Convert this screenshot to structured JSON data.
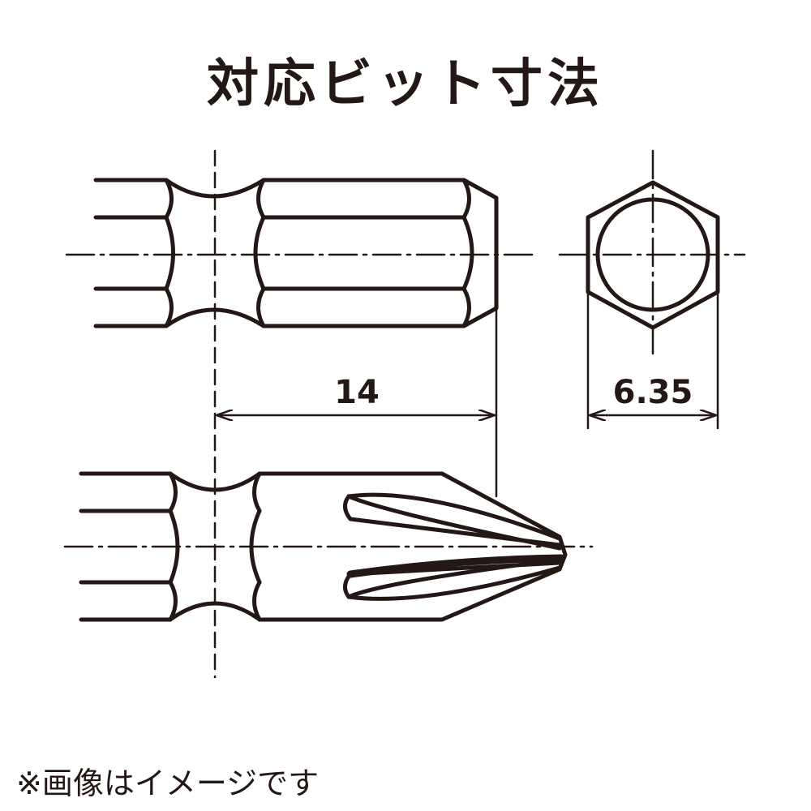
{
  "title": "対応ビット寸法",
  "dimensions": {
    "length_label": "14",
    "hex_width_label": "6.35"
  },
  "note": "※画像はイメージです",
  "colors": {
    "line": "#231815",
    "background": "#ffffff"
  }
}
